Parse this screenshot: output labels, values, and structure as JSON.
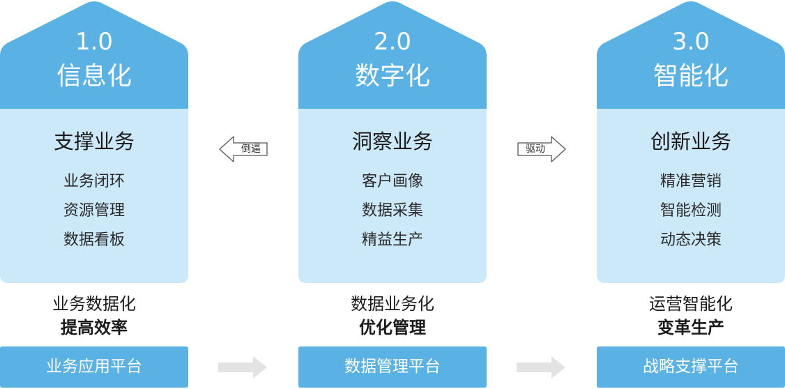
{
  "colors": {
    "header_blue": "#5ab1e3",
    "body_light_blue": "#cce9f9",
    "platform_blue": "#5ab1e3",
    "arrow_gray": "#e3e3e3"
  },
  "stages": [
    {
      "version": "1.0",
      "name": "信息化",
      "business_title": "支撑业务",
      "business_items": [
        "业务闭环",
        "资源管理",
        "数据看板"
      ],
      "summary_line_1": "业务数据化",
      "summary_line_2": "提高效率",
      "platform": "业务应用平台"
    },
    {
      "version": "2.0",
      "name": "数字化",
      "business_title": "洞察业务",
      "business_items": [
        "客户画像",
        "数据采集",
        "精益生产"
      ],
      "summary_line_1": "数据业务化",
      "summary_line_2": "优化管理",
      "platform": "数据管理平台"
    },
    {
      "version": "3.0",
      "name": "智能化",
      "business_title": "创新业务",
      "business_items": [
        "精准营销",
        "智能检测",
        "动态决策"
      ],
      "summary_line_1": "运营智能化",
      "summary_line_2": "变革生产",
      "platform": "战略支撑平台"
    }
  ],
  "connectors": {
    "left_label": "倒逼",
    "right_label": "驱动"
  }
}
